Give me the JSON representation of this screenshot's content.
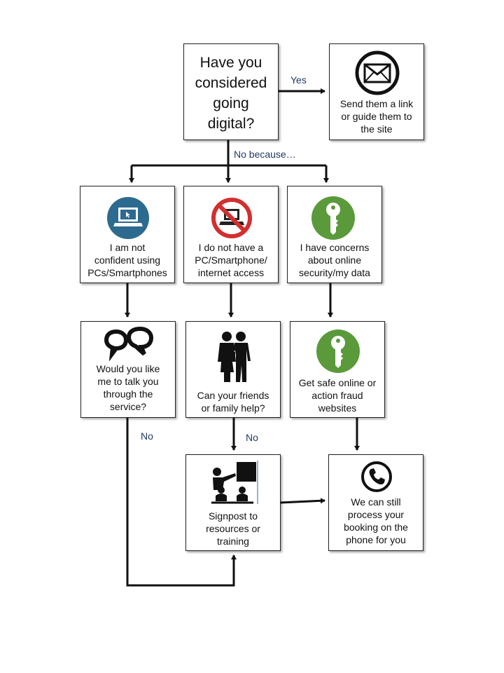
{
  "start": {
    "line1": "Have you",
    "line2": "considered",
    "line3": "going",
    "line4": "digital?"
  },
  "yes_box": {
    "line1": "Send them a link",
    "line2": "or guide them to",
    "line3": "the site"
  },
  "labels": {
    "yes": "Yes",
    "no_because": "No because…",
    "no_left": "No",
    "no_mid": "No"
  },
  "reason1": {
    "line1": "I am not",
    "line2": "confident using",
    "line3": "PCs/Smartphones"
  },
  "reason2": {
    "line1": "I do not have a",
    "line2": "PC/Smartphone/",
    "line3": "internet access"
  },
  "reason3": {
    "line1": "I have concerns",
    "line2": "about online",
    "line3": "security/my data"
  },
  "step1": {
    "line1": "Would you like",
    "line2": "me to talk you",
    "line3": "through the",
    "line4": "service?"
  },
  "step2": {
    "line1": "Can your friends",
    "line2": "or family help?"
  },
  "step3": {
    "line1": "Get safe online or",
    "line2": "action fraud",
    "line3": "websites"
  },
  "signpost": {
    "line1": "Signpost to",
    "line2": "resources or",
    "line3": "training"
  },
  "phone": {
    "line1": "We can still",
    "line2": "process your",
    "line3": "booking on the",
    "line4": "phone for you"
  },
  "colors": {
    "laptop_bg": "#2d6a8f",
    "no_sign": "#d32f2f",
    "key_bg": "#5a9a3a",
    "arrow": "#111111",
    "label": "#1f3a64"
  },
  "icons": [
    "envelope-icon",
    "laptop-icon",
    "no-laptop-icon",
    "key-icon",
    "speech-bubbles-icon",
    "family-icon",
    "key-icon",
    "teaching-icon",
    "phone-icon"
  ]
}
